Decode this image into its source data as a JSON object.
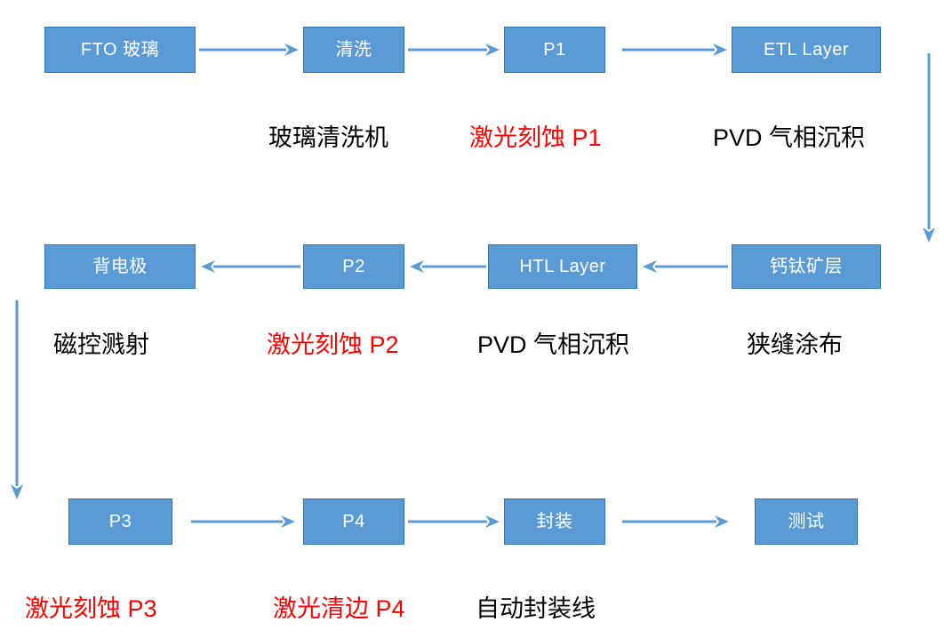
{
  "diagram": {
    "title": "Perovskite solar module production process flow",
    "colors": {
      "node_fill": "#5B9BD5",
      "node_border": "#2E75B6",
      "node_text": "#FFFFFF",
      "arrow": "#5B9BD5",
      "caption_default": "#000000",
      "caption_highlight": "#FF0000",
      "background": "#FFFFFF"
    },
    "rows": [
      {
        "id": "row-1",
        "direction": "left-to-right",
        "nodes": [
          {
            "id": "fto-glass",
            "label": "FTO 玻璃"
          },
          {
            "id": "cleaning",
            "label": "清洗"
          },
          {
            "id": "p1",
            "label": "P1"
          },
          {
            "id": "etl-layer",
            "label": "ETL Layer"
          }
        ],
        "captions": [
          {
            "id": "caption-glass-cleaner",
            "label": "玻璃清洗机",
            "color": "black"
          },
          {
            "id": "caption-laser-p1",
            "label": "激光刻蚀 P1",
            "color": "red"
          },
          {
            "id": "caption-pvd-1",
            "label": "PVD 气相沉积",
            "color": "black"
          }
        ]
      },
      {
        "id": "row-2",
        "direction": "right-to-left",
        "nodes": [
          {
            "id": "back-electrode",
            "label": "背电极"
          },
          {
            "id": "p2",
            "label": "P2"
          },
          {
            "id": "htl-layer",
            "label": "HTL Layer"
          },
          {
            "id": "perovskite-layer",
            "label": "钙钛矿层"
          }
        ],
        "captions": [
          {
            "id": "caption-magnetron-sputtering",
            "label": "磁控溅射",
            "color": "black"
          },
          {
            "id": "caption-laser-p2",
            "label": "激光刻蚀 P2",
            "color": "red"
          },
          {
            "id": "caption-pvd-2",
            "label": "PVD 气相沉积",
            "color": "black"
          },
          {
            "id": "caption-slot-die-coating",
            "label": "狭缝涂布",
            "color": "black"
          }
        ]
      },
      {
        "id": "row-3",
        "direction": "left-to-right",
        "nodes": [
          {
            "id": "p3",
            "label": "P3"
          },
          {
            "id": "p4",
            "label": "P4"
          },
          {
            "id": "encapsulation",
            "label": "封装"
          },
          {
            "id": "testing",
            "label": "测试"
          }
        ],
        "captions": [
          {
            "id": "caption-laser-p3",
            "label": "激光刻蚀 P3",
            "color": "red"
          },
          {
            "id": "caption-laser-edge-clean-p4",
            "label": "激光清边 P4",
            "color": "red"
          },
          {
            "id": "caption-auto-encapsulation",
            "label": "自动封装线",
            "color": "black"
          }
        ]
      }
    ],
    "connectors": [
      {
        "id": "connector-row1-to-row2",
        "orientation": "vertical",
        "direction": "down",
        "side": "right"
      },
      {
        "id": "connector-row2-to-row3",
        "orientation": "vertical",
        "direction": "down",
        "side": "left"
      }
    ]
  }
}
